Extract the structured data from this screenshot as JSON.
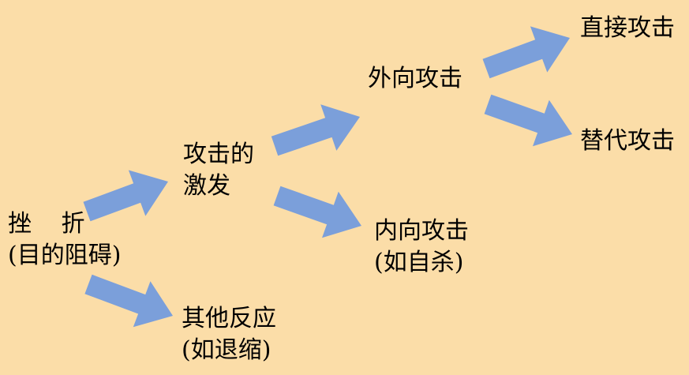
{
  "colors": {
    "background": "#FBDDA8",
    "arrow": "#7B9FDA",
    "text": "#000000"
  },
  "nodes": {
    "frustration": {
      "line1": "挫 折",
      "line2": "(目的阻碍)"
    },
    "instigation": {
      "line1": "攻击的",
      "line2": "激发"
    },
    "outward": {
      "line1": "外向攻击"
    },
    "inward": {
      "line1": "内向攻击",
      "line2": "(如自杀)"
    },
    "other": {
      "line1": "其他反应",
      "line2": "(如退缩)"
    },
    "direct": {
      "line1": "直接攻击"
    },
    "displaced": {
      "line1": "替代攻击"
    }
  }
}
